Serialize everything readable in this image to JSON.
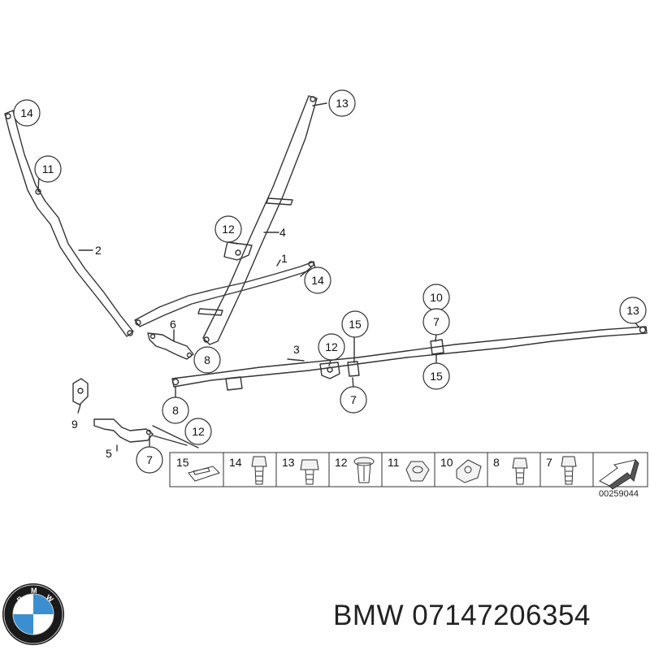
{
  "callouts": [
    {
      "id": "c14a",
      "label": "14"
    },
    {
      "id": "c11",
      "label": "11"
    },
    {
      "id": "c13a",
      "label": "13"
    },
    {
      "id": "c12a",
      "label": "12"
    },
    {
      "id": "c14b",
      "label": "14"
    },
    {
      "id": "c8a",
      "label": "8"
    },
    {
      "id": "c10",
      "label": "10"
    },
    {
      "id": "c7a",
      "label": "7"
    },
    {
      "id": "c13b",
      "label": "13"
    },
    {
      "id": "c15a",
      "label": "15"
    },
    {
      "id": "c12b",
      "label": "12"
    },
    {
      "id": "c15b",
      "label": "15"
    },
    {
      "id": "c7b",
      "label": "7"
    },
    {
      "id": "c8b",
      "label": "8"
    },
    {
      "id": "c12c",
      "label": "12"
    },
    {
      "id": "c7c",
      "label": "7"
    }
  ],
  "part_labels": [
    "2",
    "4",
    "1",
    "6",
    "3",
    "9",
    "5"
  ],
  "legend": [
    "15",
    "14",
    "13",
    "12",
    "11",
    "10",
    "8",
    "7"
  ],
  "drawing_number": "00259044",
  "footer": {
    "brand": "BMW",
    "part_number": "07147206354",
    "text": "BMW 07147206354"
  },
  "colors": {
    "outline": "#333333",
    "callout_fill": "#ffffff",
    "logo_blue": "#3b8fd0",
    "logo_black": "#1a1a1a"
  }
}
